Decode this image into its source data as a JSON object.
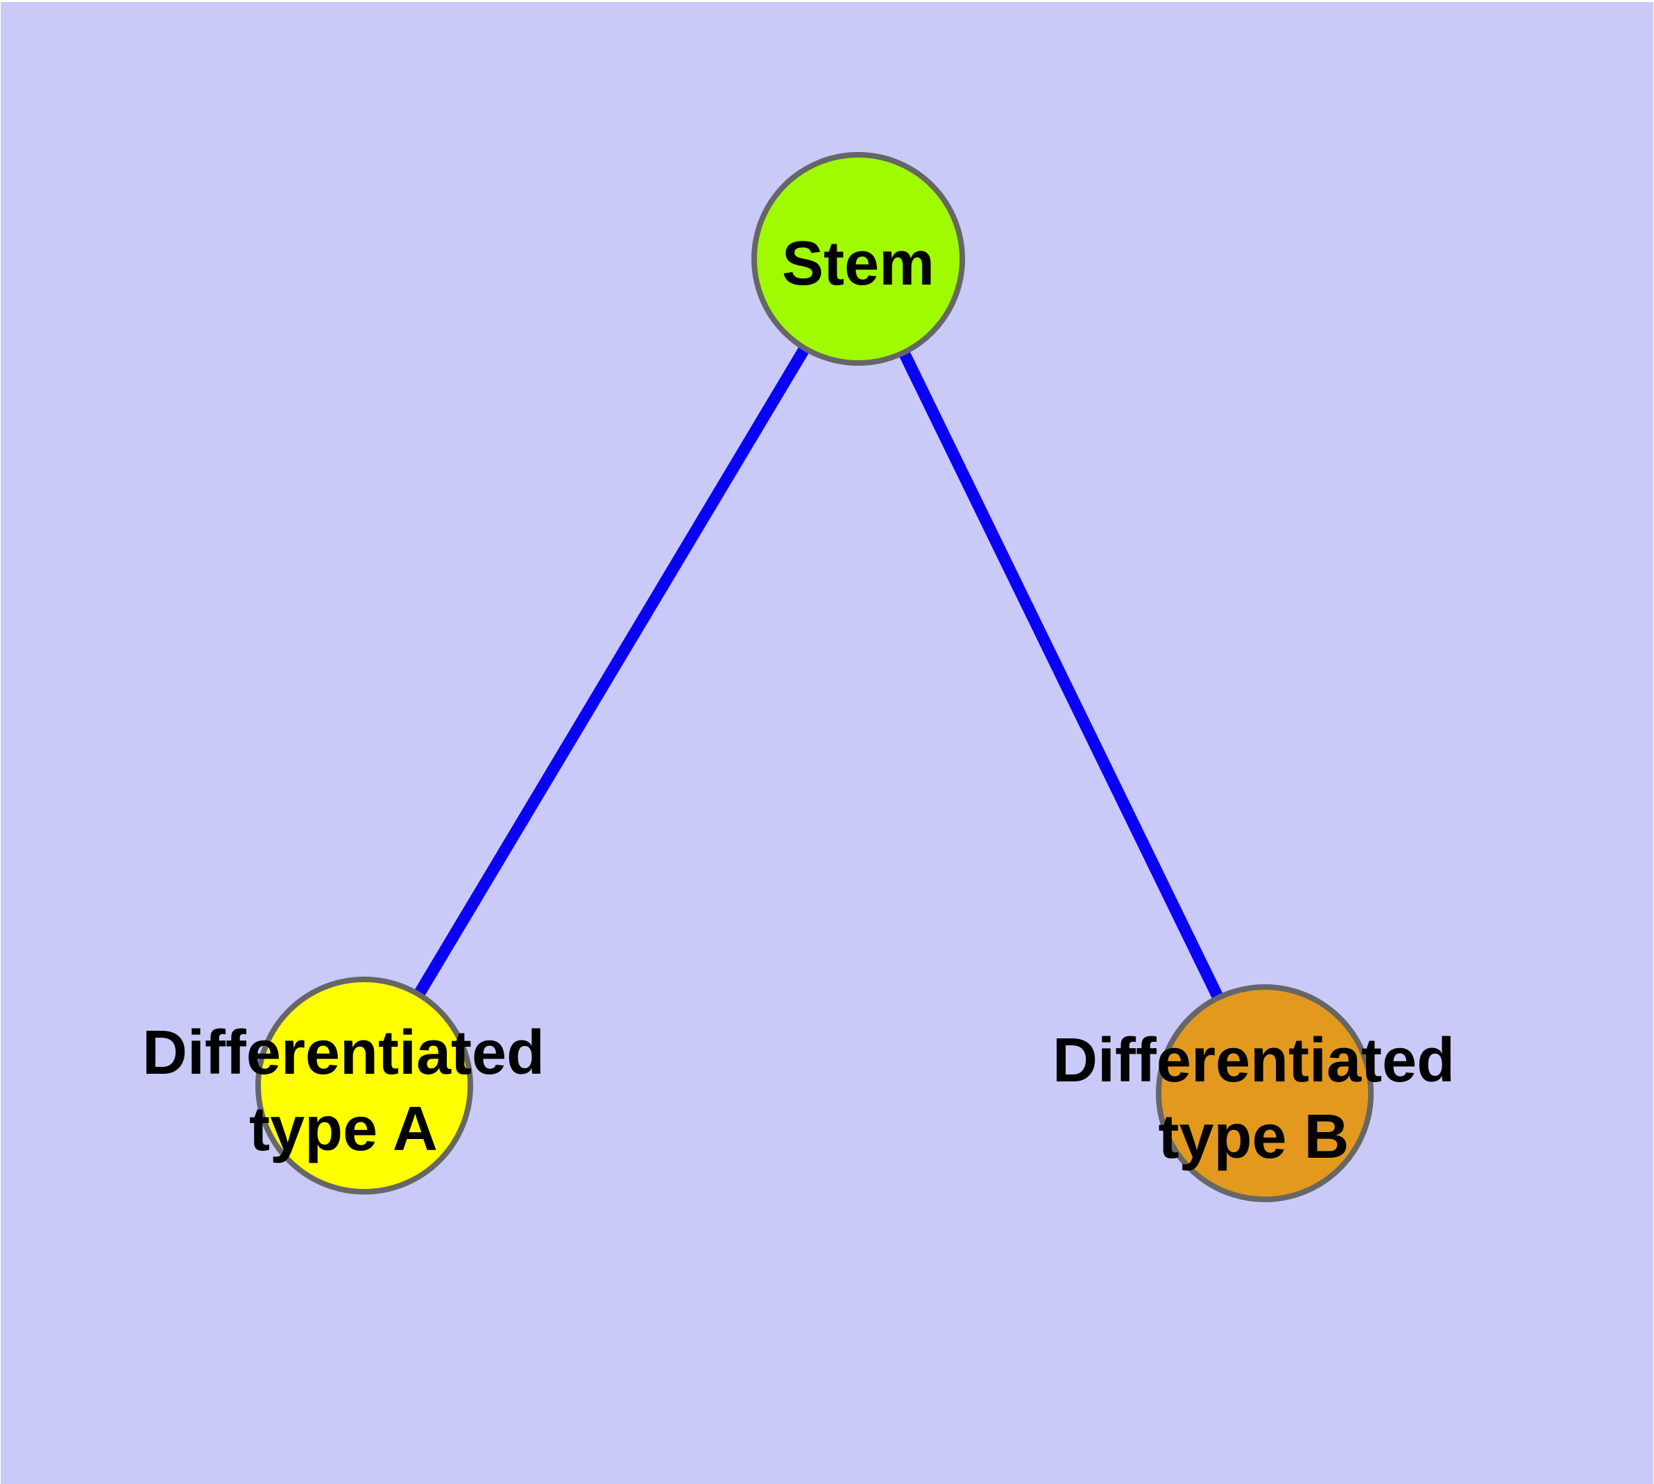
{
  "colors": {
    "outer_margin": "#FFFFFF",
    "background": "#C9CAF7",
    "edge": "#0A00F5",
    "node_border": "#666666",
    "label_text": "#000000"
  },
  "nodes": {
    "stem": {
      "label": "Stem",
      "fill": "#A0FA00"
    },
    "type_a": {
      "label": "Differentiated type A",
      "label_lines": [
        "Differentiated",
        "type A"
      ],
      "fill": "#FFFF00"
    },
    "type_b": {
      "label": "Differentiated type B",
      "label_lines": [
        "Differentiated",
        "type B"
      ],
      "fill": "#E2991E"
    }
  },
  "edges": [
    {
      "from": "Stem",
      "to": "Differentiated type A"
    },
    {
      "from": "Stem",
      "to": "Differentiated type B"
    }
  ]
}
